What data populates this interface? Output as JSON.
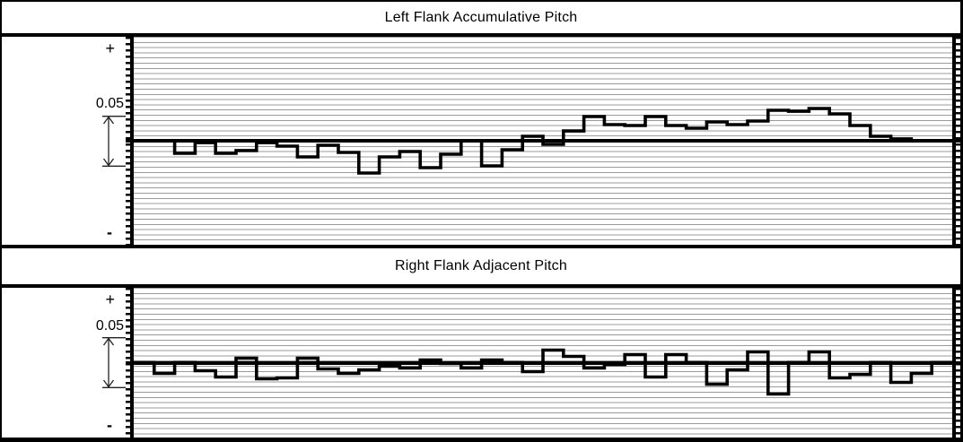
{
  "window": {
    "type": "gear-pitch-measurement-report",
    "background": "#ffffff",
    "line_color": "#000000",
    "hatch_color": "#9b9b9b"
  },
  "panels": [
    {
      "title": "Left Flank Accumulative Pitch",
      "axis": {
        "plus": "+",
        "minus": "-",
        "scale_label": "0.05"
      }
    },
    {
      "title": "Right Flank Adjacent Pitch",
      "axis": {
        "plus": "+",
        "minus": "-",
        "scale_label": "0.05"
      }
    }
  ],
  "chart_data": [
    {
      "type": "line",
      "style": "step",
      "title": "Left Flank Accumulative Pitch",
      "tooth_count": 40,
      "baseline": 0,
      "scale_marker": 0.05,
      "ylim": [
        -0.102,
        0.102
      ],
      "x_tick_labels_visible": false,
      "grid": "fine-horizontal-hatch",
      "legend": "none",
      "values": [
        0,
        0,
        -0.0123,
        -0.0018,
        -0.0123,
        -0.0096,
        -0.0018,
        -0.0053,
        -0.0158,
        -0.0044,
        -0.0114,
        -0.0316,
        -0.0158,
        -0.0105,
        -0.0263,
        -0.0132,
        0,
        -0.0246,
        -0.0088,
        0.0044,
        -0.0035,
        0.0096,
        0.0237,
        0.0158,
        0.0149,
        0.0237,
        0.0149,
        0.0123,
        0.0184,
        0.0158,
        0.0193,
        0.0298,
        0.0289,
        0.0316,
        0.0263,
        0.0149,
        0.0044,
        0.0018,
        0,
        0
      ]
    },
    {
      "type": "line",
      "style": "step",
      "title": "Right Flank Adjacent Pitch",
      "tooth_count": 40,
      "baseline": 0,
      "scale_marker": 0.05,
      "ylim": [
        -0.073,
        0.073
      ],
      "x_tick_labels_visible": false,
      "grid": "fine-horizontal-hatch",
      "legend": "none",
      "values": [
        0,
        -0.0105,
        0,
        -0.0079,
        -0.014,
        0.0044,
        -0.0158,
        -0.0149,
        0.0044,
        -0.0061,
        -0.0105,
        -0.007,
        -0.0035,
        -0.0053,
        0.0026,
        -0.0009,
        -0.0053,
        0.0026,
        0,
        -0.0088,
        0.0123,
        0.0061,
        -0.0053,
        -0.0018,
        0.0079,
        -0.014,
        0.0079,
        0,
        -0.0211,
        -0.007,
        0.0105,
        -0.0307,
        0,
        0.0105,
        -0.0149,
        -0.0114,
        0,
        -0.0193,
        -0.0105,
        0
      ]
    }
  ]
}
